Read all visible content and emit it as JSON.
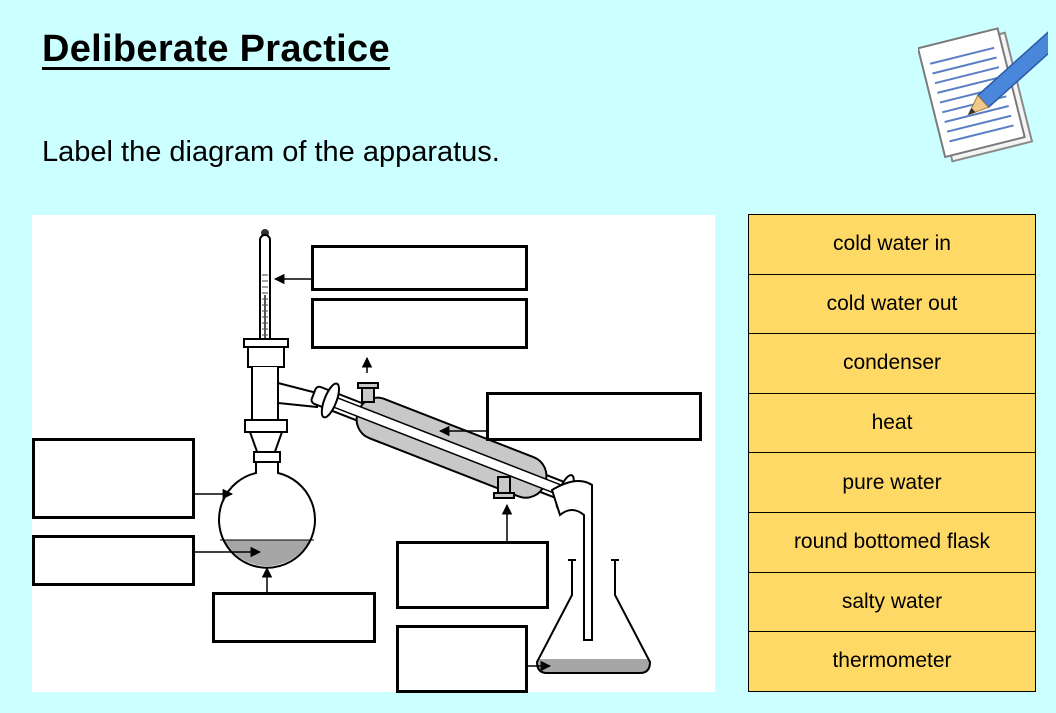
{
  "header": {
    "title": "Deliberate Practice",
    "instruction": "Label the diagram of the apparatus."
  },
  "decoration": {
    "icon": "notepad-pencil-icon"
  },
  "diagram": {
    "answer_boxes": [
      "",
      "",
      "",
      "",
      "",
      "",
      "",
      "",
      ""
    ]
  },
  "word_bank": {
    "items": [
      "cold water in",
      "cold water out",
      "condenser",
      "heat",
      "pure water",
      "round bottomed flask",
      "salty water",
      "thermometer"
    ]
  },
  "colors": {
    "background": "#ccffff",
    "word_bank_fill": "#ffd966",
    "liquid": "#a6a6a6"
  }
}
